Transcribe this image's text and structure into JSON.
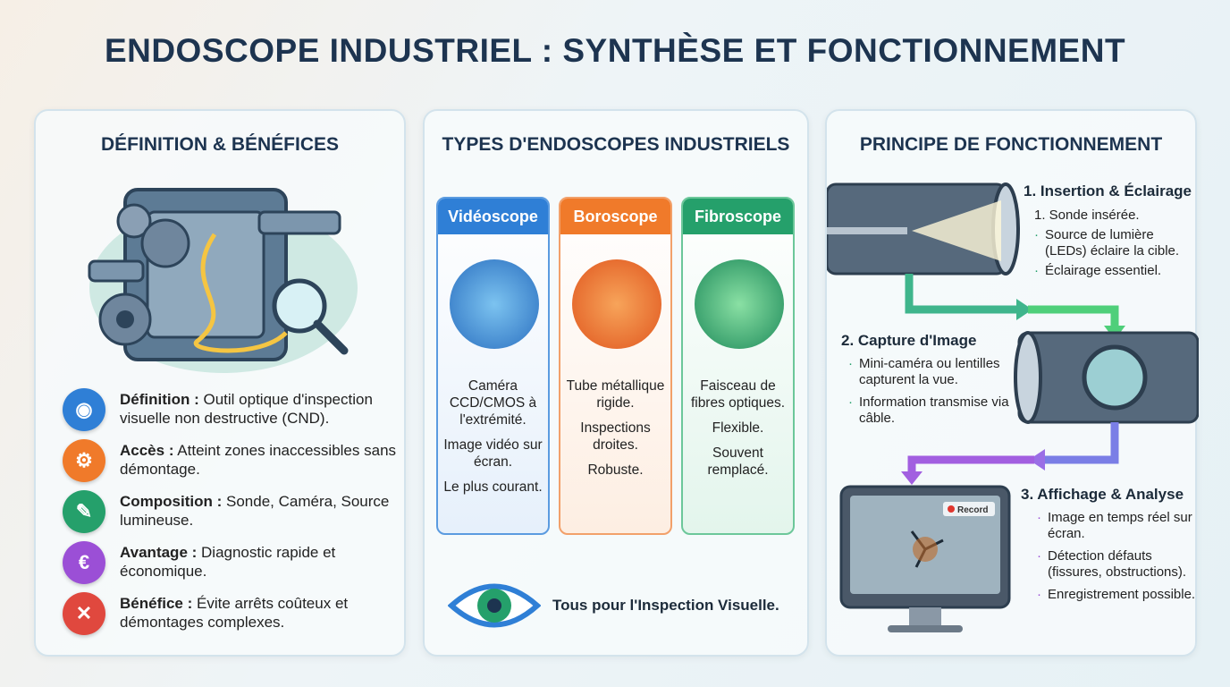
{
  "title": "ENDOSCOPE INDUSTRIEL : SYNTHÈSE ET FONCTIONNEMENT",
  "left": {
    "heading": "DÉFINITION & BÉNÉFICES",
    "items": [
      {
        "label": "Définition :",
        "text": "Outil optique d'inspection visuelle non destructive (CND).",
        "icon": "shield-eye-icon",
        "color": "#2f7fd6"
      },
      {
        "label": "Accès :",
        "text": "Atteint zones inaccessibles sans démontage.",
        "icon": "gear-arrow-icon",
        "color": "#f07a2a"
      },
      {
        "label": "Composition :",
        "text": "Sonde, Caméra, Source lumineuse.",
        "icon": "probe-light-icon",
        "color": "#25a06b"
      },
      {
        "label": "Avantage :",
        "text": "Diagnostic rapide et économique.",
        "icon": "euro-icon",
        "color": "#9b4fd6"
      },
      {
        "label": "Bénéfice :",
        "text": "Évite arrêts coûteux et démontages complexes.",
        "icon": "cross-icon",
        "color": "#e0483e"
      }
    ]
  },
  "middle": {
    "heading": "TYPES D'ENDOSCOPES INDUSTRIELS",
    "cards": [
      {
        "name": "Vidéoscope",
        "color": "#2f7fd6",
        "icon": "video-camera-icon",
        "lines": [
          "Caméra CCD/CMOS à l'extrémité.",
          "Image vidéo sur écran.",
          "Le plus courant."
        ]
      },
      {
        "name": "Boroscope",
        "color": "#f07a2a",
        "icon": "rigid-tube-icon",
        "lines": [
          "Tube métallique rigide.",
          "Inspections droites.",
          "Robuste."
        ]
      },
      {
        "name": "Fibroscope",
        "color": "#25a06b",
        "icon": "fiber-bundle-icon",
        "lines": [
          "Faisceau de fibres optiques.",
          "Flexible.",
          "Souvent remplacé."
        ]
      }
    ],
    "footer": "Tous pour l'Inspection Visuelle.",
    "footer_icon": "eye-icon"
  },
  "right": {
    "heading": "PRINCIPE DE FONCTIONNEMENT",
    "steps": [
      {
        "title": "1. Insertion & Éclairage",
        "bullets": [
          "1. Sonde insérée.",
          "Source de lumière (LEDs) éclaire la cible.",
          "Éclairage essentiel."
        ]
      },
      {
        "title": "2. Capture d'Image",
        "bullets": [
          "Mini-caméra ou lentilles capturent la vue.",
          "Information transmise via câble."
        ]
      },
      {
        "title": "3. Affichage & Analyse",
        "bullets": [
          "Image en temps réel sur écran.",
          "Détection défauts (fissures, obstructions).",
          "Enregistrement possible."
        ]
      }
    ],
    "record_label": "Record"
  }
}
